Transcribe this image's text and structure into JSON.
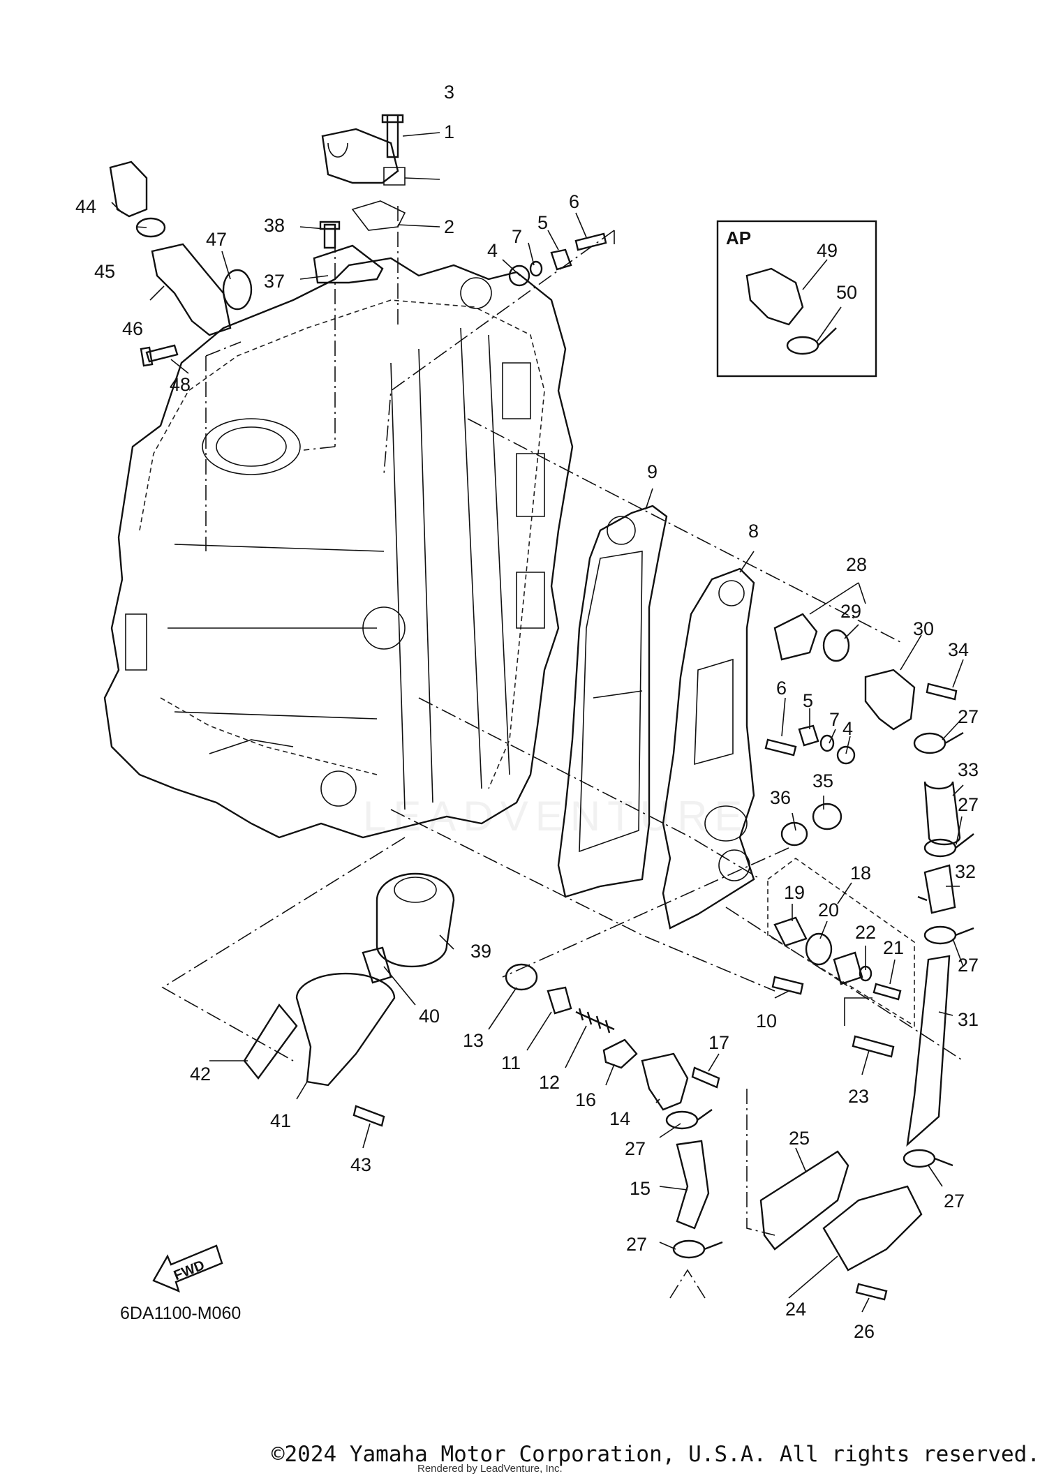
{
  "diagram": {
    "reference_code": "6DA1100-M060",
    "inset_label": "AP",
    "forward_label": "FWD",
    "watermark": "LEADVENTURE",
    "copyright": "©2024 Yamaha Motor Corporation, U.S.A. All rights reserved.",
    "rendered_by": "Rendered by LeadVenture, Inc.",
    "callouts": [
      {
        "id": "1",
        "label": "1"
      },
      {
        "id": "2",
        "label": "2"
      },
      {
        "id": "3",
        "label": "3"
      },
      {
        "id": "4a",
        "label": "4"
      },
      {
        "id": "5a",
        "label": "5"
      },
      {
        "id": "6a",
        "label": "6"
      },
      {
        "id": "7a",
        "label": "7"
      },
      {
        "id": "8",
        "label": "8"
      },
      {
        "id": "9",
        "label": "9"
      },
      {
        "id": "28",
        "label": "28"
      },
      {
        "id": "29",
        "label": "29"
      },
      {
        "id": "30",
        "label": "30"
      },
      {
        "id": "34",
        "label": "34"
      },
      {
        "id": "6b",
        "label": "6"
      },
      {
        "id": "5b",
        "label": "5"
      },
      {
        "id": "7b",
        "label": "7"
      },
      {
        "id": "4b",
        "label": "4"
      },
      {
        "id": "27a",
        "label": "27"
      },
      {
        "id": "33",
        "label": "33"
      },
      {
        "id": "35",
        "label": "35"
      },
      {
        "id": "36",
        "label": "36"
      },
      {
        "id": "27b",
        "label": "27"
      },
      {
        "id": "18",
        "label": "18"
      },
      {
        "id": "32",
        "label": "32"
      },
      {
        "id": "19",
        "label": "19"
      },
      {
        "id": "20",
        "label": "20"
      },
      {
        "id": "22",
        "label": "22"
      },
      {
        "id": "21",
        "label": "21"
      },
      {
        "id": "27c",
        "label": "27"
      },
      {
        "id": "31",
        "label": "31"
      },
      {
        "id": "10",
        "label": "10"
      },
      {
        "id": "23",
        "label": "23"
      },
      {
        "id": "13",
        "label": "13"
      },
      {
        "id": "11",
        "label": "11"
      },
      {
        "id": "12",
        "label": "12"
      },
      {
        "id": "16",
        "label": "16"
      },
      {
        "id": "14",
        "label": "14"
      },
      {
        "id": "17",
        "label": "17"
      },
      {
        "id": "27d",
        "label": "27"
      },
      {
        "id": "15",
        "label": "15"
      },
      {
        "id": "25",
        "label": "25"
      },
      {
        "id": "27e",
        "label": "27"
      },
      {
        "id": "27f",
        "label": "27"
      },
      {
        "id": "24",
        "label": "24"
      },
      {
        "id": "26",
        "label": "26"
      },
      {
        "id": "39",
        "label": "39"
      },
      {
        "id": "40",
        "label": "40"
      },
      {
        "id": "42",
        "label": "42"
      },
      {
        "id": "41",
        "label": "41"
      },
      {
        "id": "43",
        "label": "43"
      },
      {
        "id": "44",
        "label": "44"
      },
      {
        "id": "45",
        "label": "45"
      },
      {
        "id": "46",
        "label": "46"
      },
      {
        "id": "47",
        "label": "47"
      },
      {
        "id": "48",
        "label": "48"
      },
      {
        "id": "38",
        "label": "38"
      },
      {
        "id": "37",
        "label": "37"
      },
      {
        "id": "49",
        "label": "49"
      },
      {
        "id": "50",
        "label": "50"
      }
    ]
  }
}
